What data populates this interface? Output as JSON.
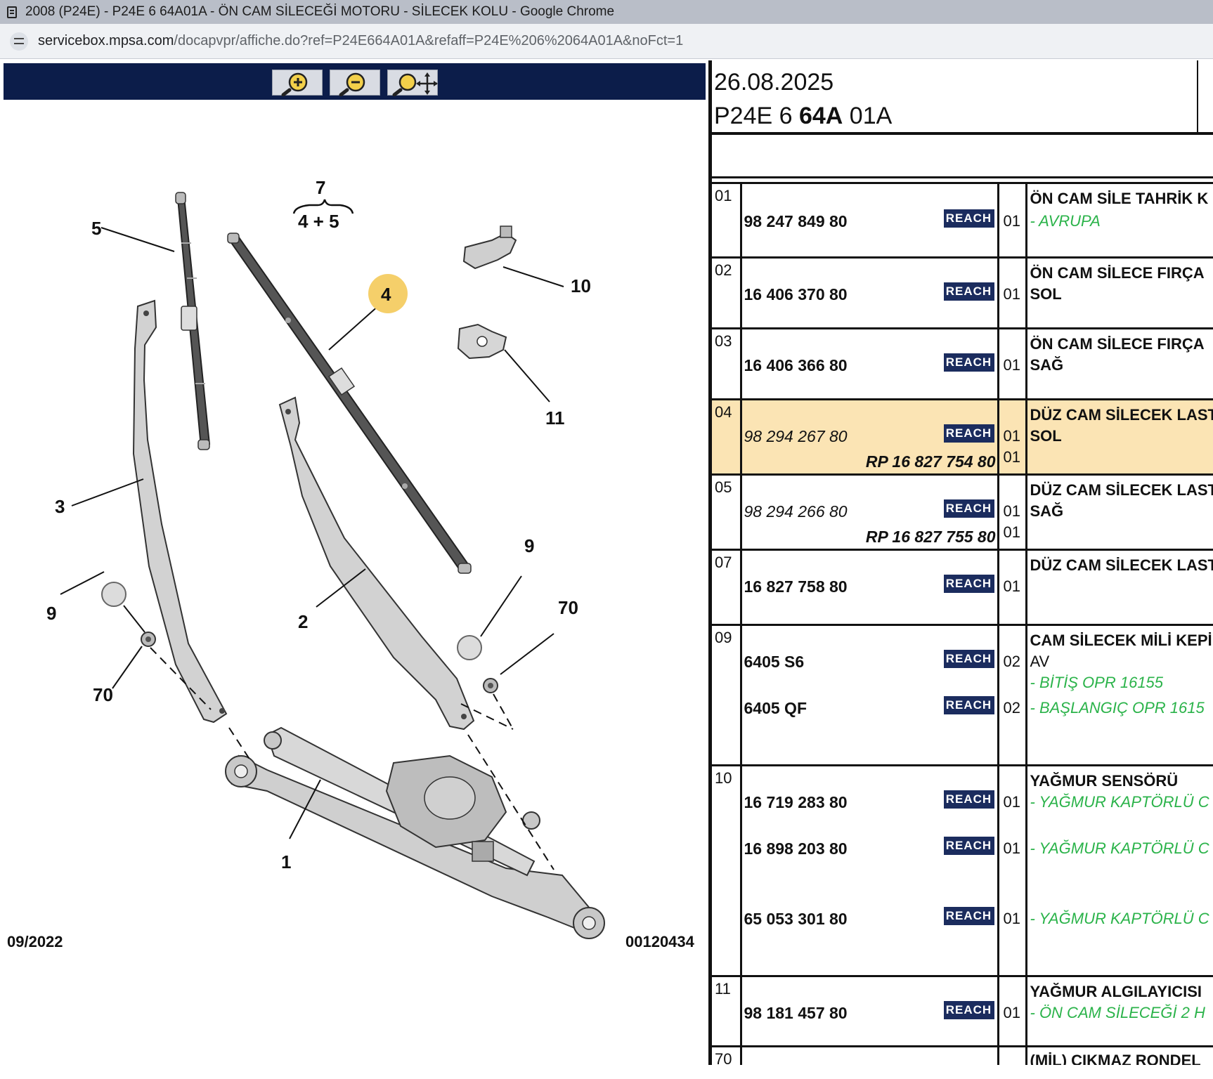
{
  "window": {
    "title": "2008 (P24E) - P24E 6 64A01A - ÖN CAM SİLECEĞİ MOTORU - SİLECEK KOLU - Google Chrome",
    "url_host": "servicebox.mpsa.com",
    "url_path": "/docapvpr/affiche.do?ref=P24E664A01A&refaff=P24E%206%2064A01A&noFct=1"
  },
  "toolbar": {
    "buttons": [
      {
        "name": "zoom-in-icon"
      },
      {
        "name": "zoom-out-icon"
      },
      {
        "name": "zoom-pan-icon"
      }
    ]
  },
  "diagram": {
    "callouts": {
      "c1": "1",
      "c2": "2",
      "c3": "3",
      "c4": "4",
      "c5": "5",
      "c7": "7",
      "c7sub": "4 + 5",
      "c9a": "9",
      "c9b": "9",
      "c10": "10",
      "c11": "11",
      "c70a": "70",
      "c70b": "70"
    },
    "date": "09/2022",
    "code": "00120434",
    "highlight_color": "#f5cf6a"
  },
  "header": {
    "date": "26.08.2025",
    "ref_prefix": "P24E 6 ",
    "ref_bold": "64A",
    "ref_suffix": " 01A"
  },
  "colors": {
    "highlight_row": "#fbe4b4",
    "reach_badge": "#1b2c5e",
    "note_text": "#2bb34a",
    "toolbar": "#0c1d4a"
  },
  "rows": [
    {
      "no": "01",
      "pn1": "98 247 849 80",
      "reach1": "REACH",
      "q1": "01",
      "desc1": "ÖN CAM SİLE TAHRİK K",
      "note1": "- AVRUPA"
    },
    {
      "no": "02",
      "pn1": "16 406 370 80",
      "reach1": "REACH",
      "q1": "01",
      "desc1": "ÖN CAM SİLECE FIRÇA",
      "desc2": "SOL"
    },
    {
      "no": "03",
      "pn1": "16 406 366 80",
      "reach1": "REACH",
      "q1": "01",
      "desc1": "ÖN CAM SİLECE FIRÇA",
      "desc2": "SAĞ"
    },
    {
      "no": "04",
      "pn1": "98 294 267 80",
      "reach1": "REACH",
      "q1": "01",
      "rp": "RP 16 827 754 80",
      "q2": "01",
      "desc1": "DÜZ CAM SİLECEK LAST",
      "desc2": "SOL"
    },
    {
      "no": "05",
      "pn1": "98 294 266 80",
      "reach1": "REACH",
      "q1": "01",
      "rp": "RP 16 827 755 80",
      "q2": "01",
      "desc1": "DÜZ CAM SİLECEK LAST",
      "desc2": "SAĞ"
    },
    {
      "no": "07",
      "pn1": "16 827 758 80",
      "reach1": "REACH",
      "q1": "01",
      "desc1": "DÜZ CAM SİLECEK LAST"
    },
    {
      "no": "09",
      "pn1": "6405 S6",
      "reach1": "REACH",
      "q1": "02",
      "pn2": "6405 QF",
      "reach2": "REACH",
      "q2": "02",
      "desc1": "CAM SİLECEK MİLİ KEPİ",
      "desc2": "AV",
      "note1": "- BİTİŞ OPR 16155",
      "note2": "- BAŞLANGIÇ OPR 1615"
    },
    {
      "no": "10",
      "pn1": "16 719 283 80",
      "reach1": "REACH",
      "q1": "01",
      "pn2": "16 898 203 80",
      "reach2": "REACH",
      "q2": "01",
      "pn3": "65 053 301 80",
      "reach3": "REACH",
      "q3": "01",
      "desc1": "YAĞMUR SENSÖRÜ",
      "note1": "- YAĞMUR KAPTÖRLÜ C",
      "note2": "- YAĞMUR KAPTÖRLÜ C",
      "note3": "- YAĞMUR KAPTÖRLÜ C"
    },
    {
      "no": "11",
      "pn1": "98 181 457 80",
      "reach1": "REACH",
      "q1": "01",
      "desc1": "YAĞMUR ALGILAYICISI",
      "note1": "- ÖN CAM SİLECEĞİ 2 H"
    },
    {
      "no": "70",
      "desc1": "(MİL) ÇIKMAZ RONDEL"
    }
  ]
}
